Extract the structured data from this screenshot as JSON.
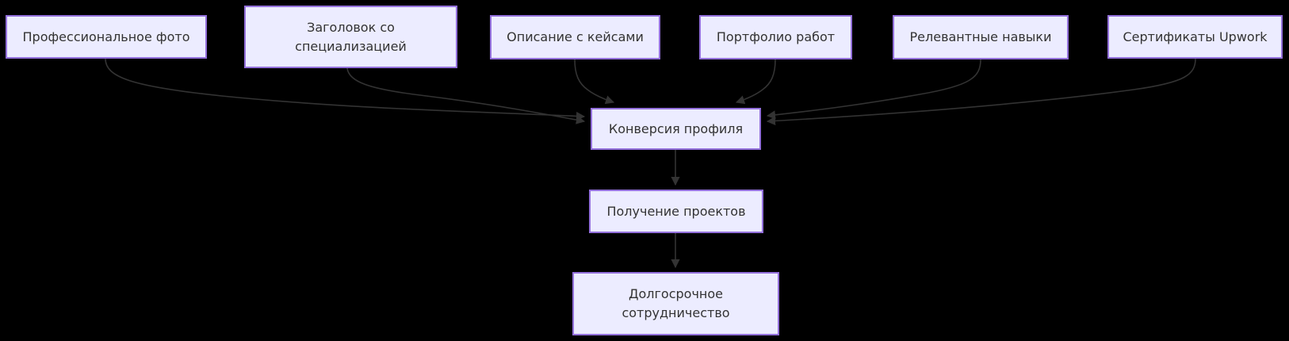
{
  "diagram": {
    "type": "flowchart",
    "background_color": "#000000",
    "node_fill_color": "#ECECFF",
    "node_border_color": "#9370DB",
    "node_text_color": "#333333",
    "edge_color": "#333333",
    "nodes": [
      {
        "id": "photo",
        "label": "Профессиональное фото"
      },
      {
        "id": "headline",
        "label": "Заголовок со специализацией"
      },
      {
        "id": "cases",
        "label": "Описание с кейсами"
      },
      {
        "id": "portfolio",
        "label": "Портфолио работ"
      },
      {
        "id": "skills",
        "label": "Релевантные навыки"
      },
      {
        "id": "certificates",
        "label": "Сертификаты Upwork"
      },
      {
        "id": "conversion",
        "label": "Конверсия профиля"
      },
      {
        "id": "projects",
        "label": "Получение проектов"
      },
      {
        "id": "longterm",
        "label": "Долгосрочное сотрудничество"
      }
    ],
    "edges": [
      {
        "from": "Профессиональное фото",
        "to": "Конверсия профиля"
      },
      {
        "from": "Заголовок со специализацией",
        "to": "Конверсия профиля"
      },
      {
        "from": "Описание с кейсами",
        "to": "Конверсия профиля"
      },
      {
        "from": "Портфолио работ",
        "to": "Конверсия профиля"
      },
      {
        "from": "Релевантные навыки",
        "to": "Конверсия профиля"
      },
      {
        "from": "Сертификаты Upwork",
        "to": "Конверсия профиля"
      },
      {
        "from": "Конверсия профиля",
        "to": "Получение проектов"
      },
      {
        "from": "Получение проектов",
        "to": "Долгосрочное сотрудничество"
      }
    ]
  }
}
